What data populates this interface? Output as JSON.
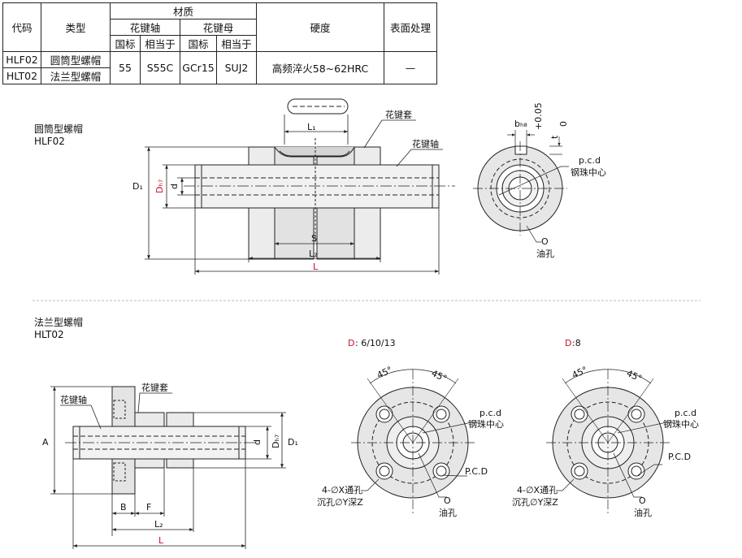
{
  "table": {
    "h_code": "代码",
    "h_type": "类型",
    "h_material": "材质",
    "h_shaft": "花键轴",
    "h_nut": "花键母",
    "h_gb1": "国标",
    "h_eq1": "相当于",
    "h_gb2": "国标",
    "h_eq2": "相当于",
    "h_hardness": "硬度",
    "h_surface": "表面处理",
    "rows": [
      {
        "code": "HLF02",
        "type": "圆筒型螺帽"
      },
      {
        "code": "HLT02",
        "type": "法兰型螺帽"
      }
    ],
    "shaft_gb": "55",
    "shaft_eq": "S55C",
    "nut_gb": "GCr15",
    "nut_eq": "SUJ2",
    "hardness": "高频淬火58~62HRC",
    "surface": "—"
  },
  "top": {
    "title": "圆筒型螺帽",
    "code": "HLF02",
    "label_sleeve": "花键套",
    "label_shaft": "花键轴",
    "L1": "L₁",
    "D1": "D₁",
    "Dh7": "Dₕ₇",
    "d": "d",
    "S": "S",
    "L2": "L₂",
    "L": "L",
    "bH8": "bₕ₈",
    "t": "t",
    "t_tol": "+0.05",
    "t_tol2": "0",
    "pcd": "p.c.d",
    "ball_center": "钢珠中心",
    "O": "O",
    "oil_hole": "油孔"
  },
  "bottom": {
    "title": "法兰型螺帽",
    "code": "HLT02",
    "label_sleeve": "花键套",
    "label_shaft": "花键轴",
    "A": "A",
    "d": "d",
    "Dh7": "Dₕ₇",
    "D1": "D₁",
    "B": "B",
    "F": "F",
    "L2": "L₂",
    "L": "L",
    "variant1": {
      "prefix": "D",
      "values": ": 6/10/13"
    },
    "variant2": {
      "prefix": "D",
      "values": ":8"
    },
    "angle45": "45°",
    "pcd": "p.c.d",
    "ball_center": "钢珠中心",
    "PCD": "P.C.D",
    "hole_note1": "4-∅X通孔",
    "hole_note2": "沉孔∅Y深Z",
    "O": "O",
    "oil_hole": "油孔"
  },
  "colors": {
    "accent": "#c8102e",
    "line": "#222222",
    "fill": "#e6e6e6"
  }
}
